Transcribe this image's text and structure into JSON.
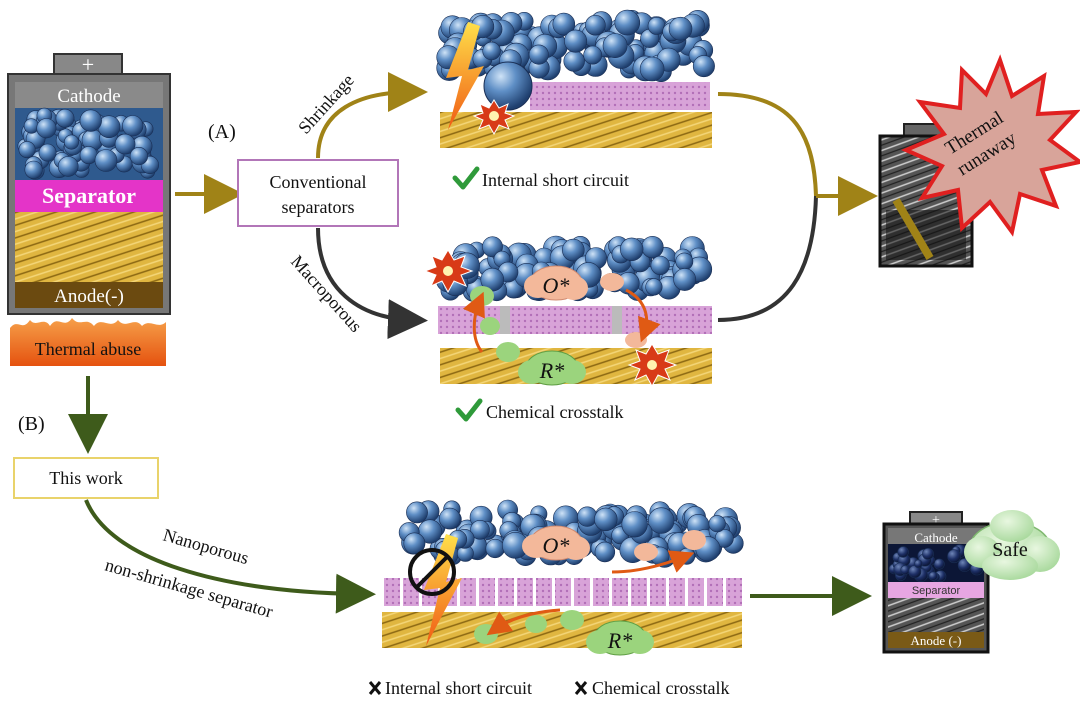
{
  "battery_left": {
    "plus": "+",
    "cathode": "Cathode",
    "separator": "Separator",
    "anode": "Anode(-)",
    "thermal_abuse": "Thermal abuse"
  },
  "labels": {
    "section_a": "(A)",
    "section_b": "(B)",
    "conventional_line1": "Conventional",
    "conventional_line2": "separators",
    "shrinkage": "Shrinkage",
    "macroporous": "Macroporous",
    "internal_short": "Internal short circuit",
    "chemical_crosstalk": "Chemical crosstalk",
    "thermal_runaway_line1": "Thermal",
    "thermal_runaway_line2": "runaway",
    "this_work": "This work",
    "nanoporous": "Nanoporous",
    "non_shrinkage": "non-shrinkage separator",
    "o_star": "O*",
    "r_star": "R*",
    "bottom_internal_short": "Internal short circuit",
    "bottom_chemical_crosstalk": "Chemical crosstalk"
  },
  "battery_right": {
    "plus": "+",
    "cathode": "Cathode",
    "separator": "Separator",
    "anode": "Anode (-)",
    "safe": "Safe"
  },
  "colors": {
    "cathode_ball": "#3f6fa8",
    "separator_magenta": "#e434c8",
    "separator_pink": "#c98fcf",
    "anode_gold": "#d6ad3a",
    "anode_brown": "#6b4a10",
    "olive_arrow": "#a08317",
    "dark_arrow": "#333333",
    "green_arrow": "#3e5b1b",
    "flame": "#f26a1b",
    "check_green": "#2f9a3a"
  }
}
